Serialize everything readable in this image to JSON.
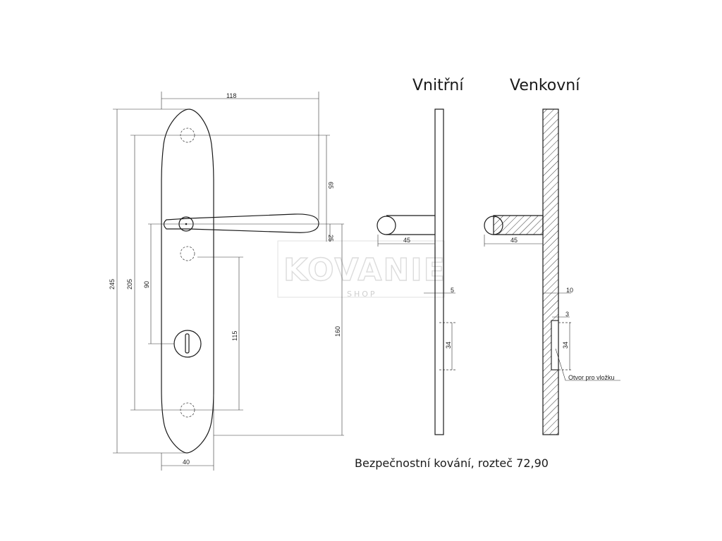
{
  "headings": {
    "inner": "Vnitřní",
    "outer": "Venkovní"
  },
  "caption": "Bezpečnostní kování, rozteč 72,90",
  "watermark": {
    "main": "KOVANIE",
    "sub": "SHOP"
  },
  "note": "Otvor pro vložku",
  "dims": {
    "width_top": "118",
    "width_bottom": "40",
    "total_height": "245",
    "h205": "205",
    "h90": "90",
    "h115": "115",
    "h160": "160",
    "h65": "65",
    "h25": "25",
    "inner_handle": "45",
    "outer_handle": "45",
    "inner_thickness": "5",
    "outer_thickness": "10",
    "outer_offset": "3",
    "inner_cyl": "34",
    "outer_cyl": "34"
  }
}
